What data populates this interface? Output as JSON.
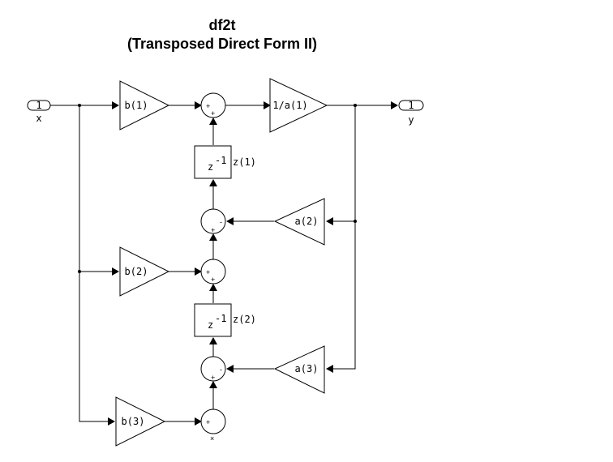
{
  "title": {
    "name": "df2t",
    "subtitle": "(Transposed Direct Form II)"
  },
  "ports": {
    "input": {
      "number": "1",
      "label": "x"
    },
    "output": {
      "number": "1",
      "label": "y"
    }
  },
  "gains": {
    "b1": "b(1)",
    "b2": "b(2)",
    "b3": "b(3)",
    "a1_inv": "1/a(1)",
    "a2": "a(2)",
    "a3": "a(3)"
  },
  "delays": {
    "z1": {
      "base": "z",
      "exp": "-1",
      "label": "z(1)"
    },
    "z2": {
      "base": "z",
      "exp": "-1",
      "label": "z(2)"
    }
  },
  "signs": {
    "plus": "+",
    "minus": "-",
    "times": "×"
  }
}
